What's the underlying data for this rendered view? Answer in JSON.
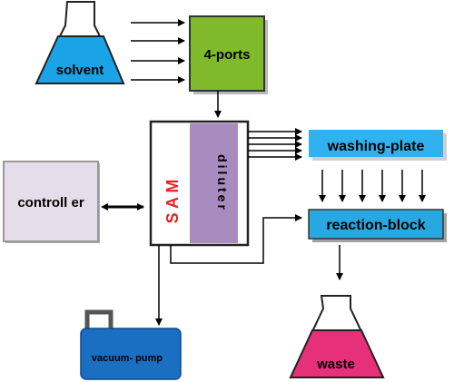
{
  "nodes": {
    "solvent": "solvent",
    "ports": "4-ports",
    "controller": "controll er",
    "sam": "S A M",
    "diluter": "diluter",
    "washing_plate": "washing-plate",
    "reaction_block": "reaction-block",
    "vacuum_pump": "vacuum- pump",
    "waste": "waste"
  },
  "colors": {
    "solvent_liquid": "#1aa3e6",
    "ports_box": "#7fba2a",
    "controller_box": "#e5dde9",
    "diluter": "#a98cbf",
    "sam_text": "#e8202a",
    "washing_plate": "#2fb2ef",
    "reaction_block": "#27a8e0",
    "vacuum_pump": "#1a6fc2",
    "waste_liquid": "#e6317a"
  }
}
